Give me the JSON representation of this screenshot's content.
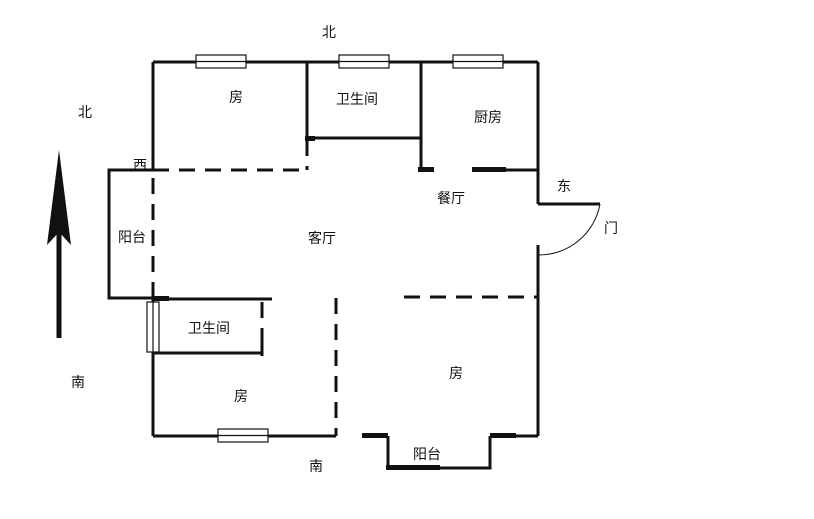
{
  "compass": {
    "north_top": "北",
    "north_left": "北",
    "south_left": "南",
    "south_bottom": "南",
    "west": "西",
    "east": "东"
  },
  "rooms": {
    "bedroom_top": "房",
    "bathroom_top": "卫生间",
    "kitchen": "厨房",
    "dining": "餐厅",
    "living": "客厅",
    "balcony_west": "阳台",
    "bathroom_bottom": "卫生间",
    "bedroom_bottom_left": "房",
    "bedroom_bottom_right": "房",
    "balcony_south": "阳台"
  },
  "door_label": "门",
  "colors": {
    "wall": "#111111",
    "window_fill": "#ffffff",
    "background": "#ffffff"
  }
}
